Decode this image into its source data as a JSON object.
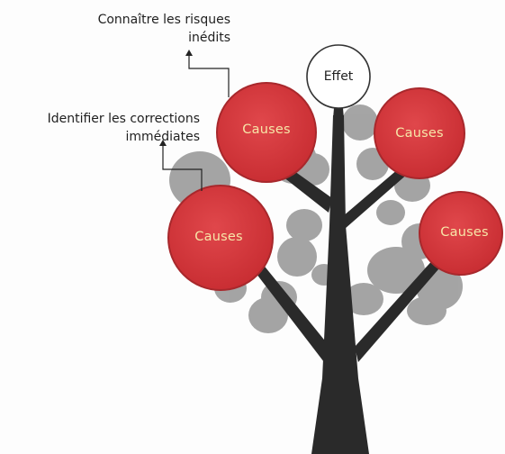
{
  "annotations": {
    "risks": [
      "Connaître les risques",
      "inédits"
    ],
    "corrections": [
      "Identifier les corrections",
      "immédiates"
    ]
  },
  "effect": {
    "label": "Effet"
  },
  "causes": [
    {
      "label": "Causes"
    },
    {
      "label": "Causes"
    },
    {
      "label": "Causes"
    },
    {
      "label": "Causes"
    }
  ],
  "colors": {
    "cause_fill": "#d9363b",
    "cause_stroke": "#a8282c",
    "cause_text": "#f7e6a8",
    "trunk": "#2a2a2a",
    "foliage": "#9a9a9a",
    "effect_fill": "#ffffff",
    "effect_stroke": "#333333"
  }
}
